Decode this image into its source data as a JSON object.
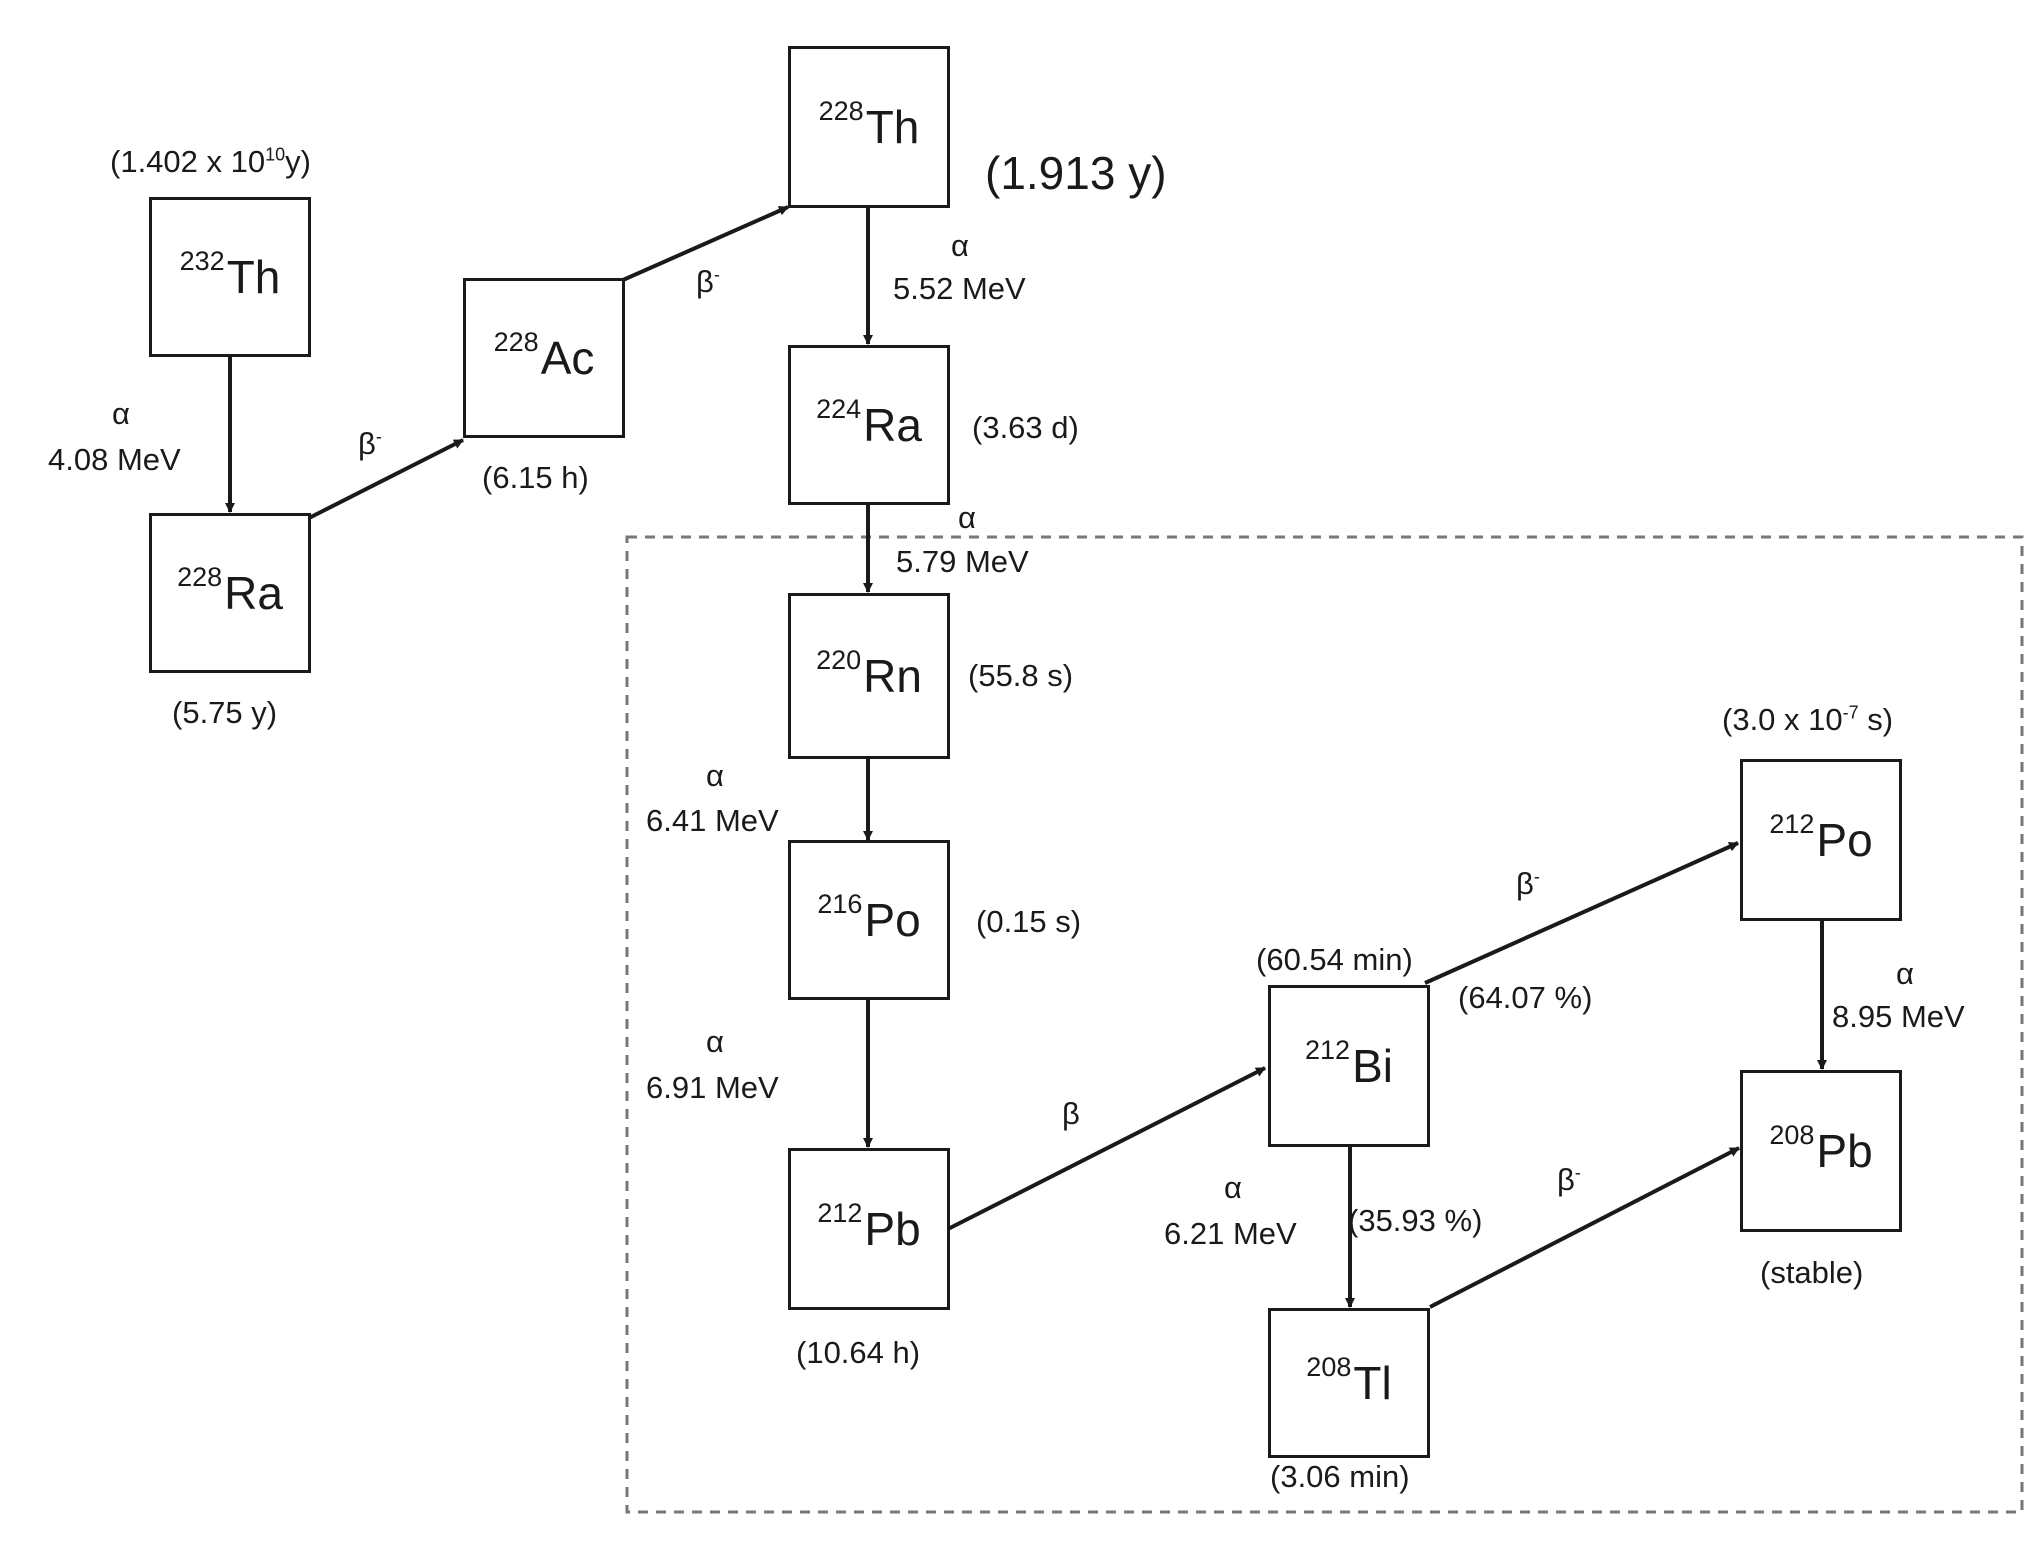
{
  "nuclides": {
    "th232": {
      "mass": "232",
      "symbol": "Th"
    },
    "ra228": {
      "mass": "228",
      "symbol": "Ra"
    },
    "ac228": {
      "mass": "228",
      "symbol": "Ac"
    },
    "th228": {
      "mass": "228",
      "symbol": "Th"
    },
    "ra224": {
      "mass": "224",
      "symbol": "Ra"
    },
    "rn220": {
      "mass": "220",
      "symbol": "Rn"
    },
    "po216": {
      "mass": "216",
      "symbol": "Po"
    },
    "pb212": {
      "mass": "212",
      "symbol": "Pb"
    },
    "bi212": {
      "mass": "212",
      "symbol": "Bi"
    },
    "tl208": {
      "mass": "208",
      "symbol": "Tl"
    },
    "po212": {
      "mass": "212",
      "symbol": "Po"
    },
    "pb208": {
      "mass": "208",
      "symbol": "Pb"
    }
  },
  "half_lives": {
    "th232": {
      "prefix": "(1.402 x 10",
      "exp": "10",
      "suffix": "y)"
    },
    "ra228": "(5.75 y)",
    "ac228": "(6.15 h)",
    "th228": "(1.913 y)",
    "ra224": "(3.63 d)",
    "rn220": "(55.8 s)",
    "po216": "(0.15 s)",
    "pb212": "(10.64 h)",
    "bi212": "(60.54 min)",
    "tl208": "(3.06 min)",
    "po212": {
      "prefix": "(3.0 x 10",
      "exp": "-7",
      "suffix": " s)"
    },
    "pb208": "(stable)"
  },
  "decays": {
    "th232_ra228": {
      "mode": "α",
      "energy": "4.08 MeV"
    },
    "ra228_ac228": {
      "mode": "β",
      "sup": "-"
    },
    "ac228_th228": {
      "mode": "β",
      "sup": "-"
    },
    "th228_ra224": {
      "mode": "α",
      "energy": "5.52 MeV"
    },
    "ra224_rn220": {
      "mode": "α",
      "energy": "5.79 MeV"
    },
    "rn220_po216": {
      "mode": "α",
      "energy": "6.41 MeV"
    },
    "po216_pb212": {
      "mode": "α",
      "energy": "6.91 MeV"
    },
    "pb212_bi212": {
      "mode": "β"
    },
    "bi212_po212": {
      "mode": "β",
      "sup": "-",
      "branch": "(64.07 %)"
    },
    "bi212_tl208": {
      "mode": "α",
      "energy": "6.21 MeV",
      "branch": "(35.93 %)"
    },
    "po212_pb208": {
      "mode": "α",
      "energy": "8.95 MeV"
    },
    "tl208_pb208": {
      "mode": "β",
      "sup": "-"
    }
  }
}
